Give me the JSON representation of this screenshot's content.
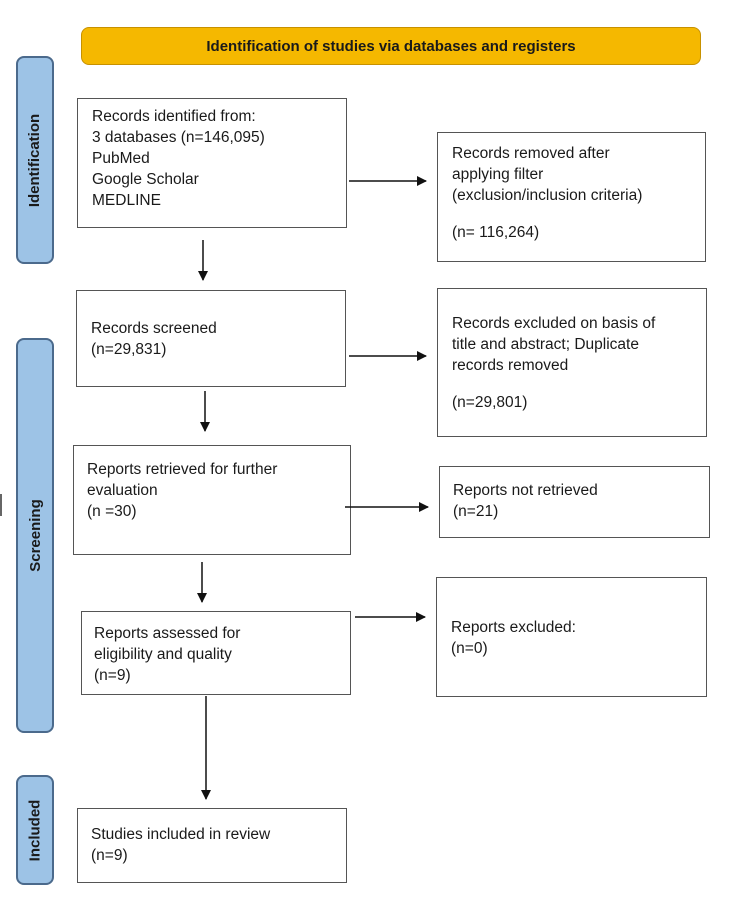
{
  "header": {
    "title": "Identification of studies via databases and registers"
  },
  "phases": {
    "identification": "Identification",
    "screening": "Screening",
    "included": "Included"
  },
  "boxes": {
    "records_identified": {
      "lines": [
        "Records identified from:",
        "3 databases (n=146,095)",
        "PubMed",
        "Google Scholar",
        "MEDLINE"
      ]
    },
    "records_removed": {
      "lines": [
        "Records removed after",
        "applying filter",
        "(exclusion/inclusion criteria)"
      ],
      "count": "(n= 116,264)"
    },
    "records_screened": {
      "lines": [
        "Records screened",
        "(n=29,831)"
      ]
    },
    "records_excluded": {
      "lines": [
        "Records excluded on basis of",
        "title and abstract; Duplicate",
        "records removed"
      ],
      "count": "(n=29,801)"
    },
    "reports_retrieved": {
      "lines": [
        "Reports retrieved for further",
        "evaluation",
        "(n =30)"
      ]
    },
    "reports_not_retrieved": {
      "lines": [
        "Reports not retrieved",
        "(n=21)"
      ]
    },
    "reports_assessed": {
      "lines": [
        "Reports assessed for",
        "eligibility and quality",
        "(n=9)"
      ]
    },
    "reports_excluded": {
      "lines": [
        "Reports excluded:",
        "(n=0)"
      ]
    },
    "studies_included": {
      "lines": [
        "Studies included in review",
        "(n=9)"
      ]
    }
  }
}
